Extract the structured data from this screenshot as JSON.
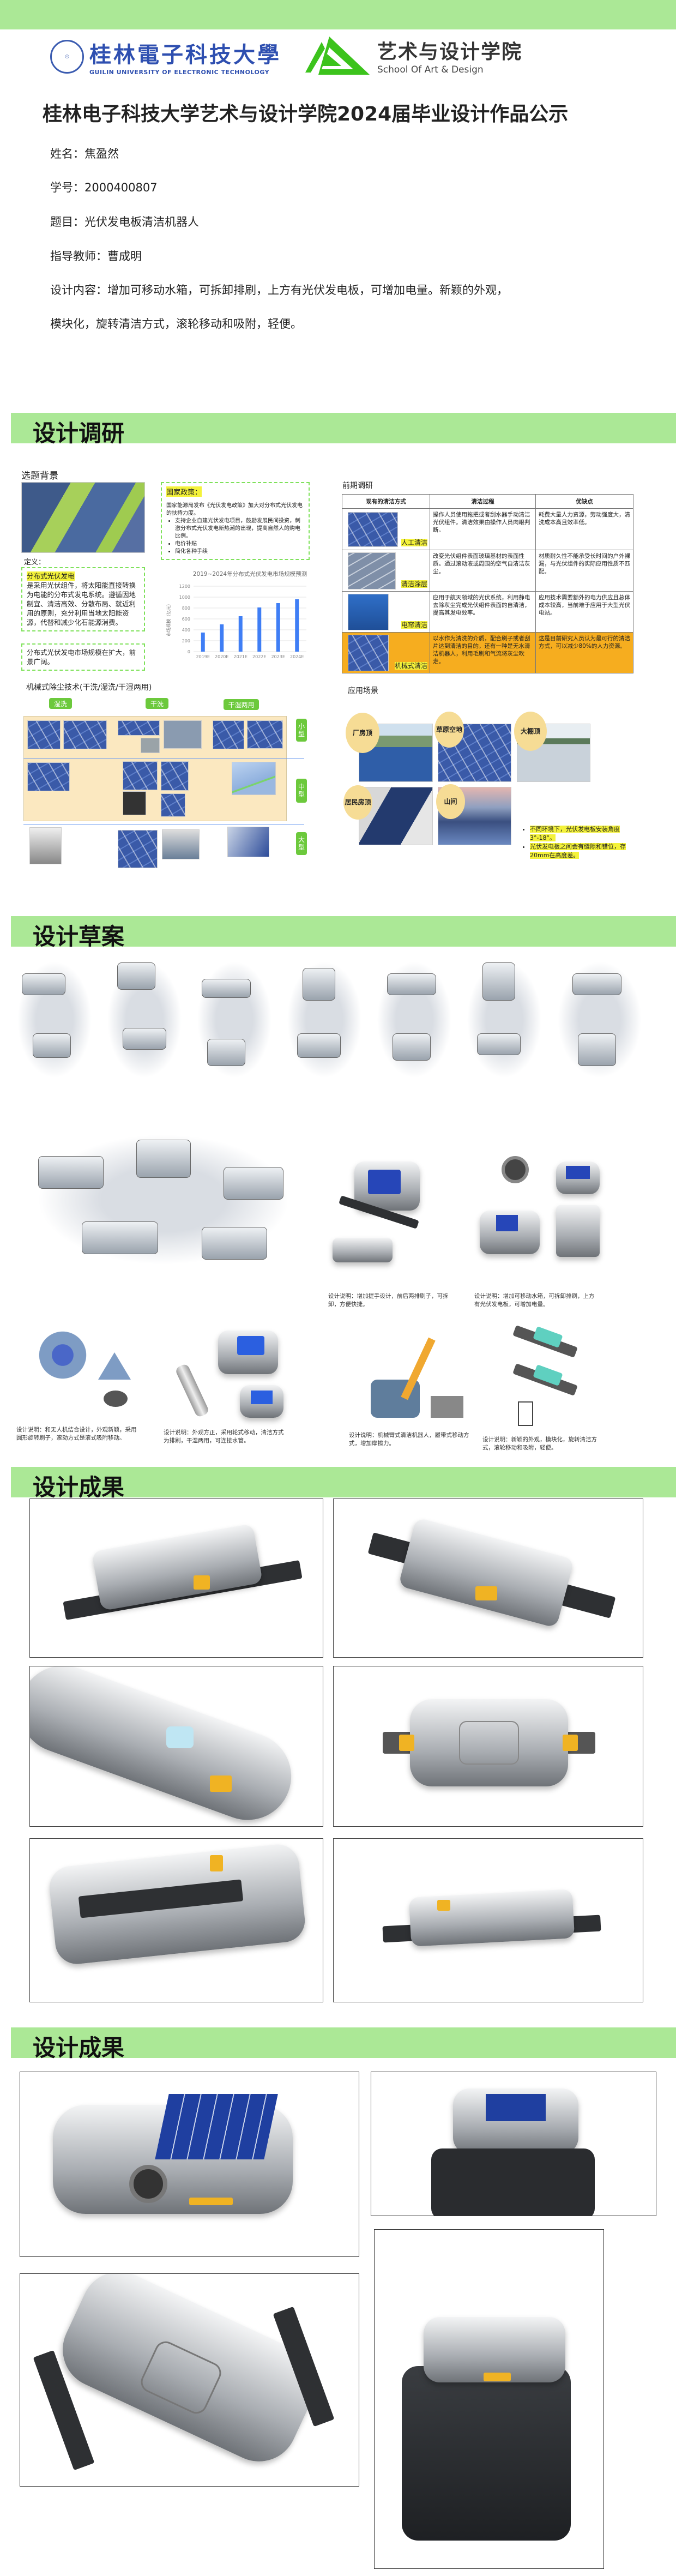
{
  "header": {
    "university_cn": "桂林電子科技大學",
    "university_en": "GUILIN UNIVERSITY OF ELECTRONIC TECHNOLOGY",
    "school_cn": "艺术与设计学院",
    "school_en": "School Of Art & Design",
    "title": "桂林电子科技大学艺术与设计学院2024届毕业设计作品公示"
  },
  "info": {
    "name": "姓名：焦盈然",
    "student_id": "学号：2000400807",
    "topic": "题目：光伏发电板清洁机器人",
    "advisor": "指导教师：曹成明",
    "content_1": "设计内容：增加可移动水箱，可拆卸排刷，上方有光伏发电板，可增加电量。新颖的外观，",
    "content_2": "模块化，旋转清洁方式，滚轮移动和吸附，轻便。"
  },
  "sections": {
    "research": "设计调研",
    "draft": "设计草案",
    "result1": "设计成果",
    "result2": "设计成果"
  },
  "research": {
    "background_title": "选题背景",
    "policy": {
      "title": "国家政策：",
      "intro": "国家能源局发布《光伏发电政策》加大对分布式光伏发电的扶持力度。",
      "bullets": [
        "支持企业自建光伏发电项目，鼓励发展民间投资，刺激分布式光伏发电新热潮的出现，提高自然人的购电比例。",
        "电价补贴",
        "简化各种手续"
      ]
    },
    "definition_label": "定义：",
    "definition_highlight": "分布式光伏发电",
    "definition_text": "是采用光伏组件，将太阳能直接转换为电能的分布式发电系统。遵循因地制宜、清洁高效、分散布局、就近利用的原则，充分利用当地太阳能资源，代替和减少化石能源消费。",
    "market_text": "分布式光伏发电市场规模在扩大，前景广阔。",
    "prior_title": "前期调研",
    "table": {
      "headers": [
        "现有的清洁方式",
        "清洁过程",
        "优缺点"
      ],
      "rows": [
        {
          "method": "人工清洁",
          "process": "操作人员使用拖把或者刮水器手动清洁光伏组件。清洁效果由操作人员肉眼判断。",
          "pros_cons": "耗费大量人力资源，劳动强度大，清洗成本高且效率低。"
        },
        {
          "method": "清洁涂层",
          "process": "改变光伏组件表面玻璃基材的表面性质。通过滚动液或周围的空气自清洁灰尘。",
          "pros_cons": "材质耐久性不能承受长时间的户外裸漏，与光伏组件的实际应用性质不匹配。"
        },
        {
          "method": "电帘清洁",
          "process": "应用于航天领域的光伏系统，利用静电去除灰尘完成光伏组件表面的自清洁，提高其发电效率。",
          "pros_cons": "应用技术需要额外的电力供应且总体成本较高，当前难于应用于大型光伏电站。"
        },
        {
          "method": "机械式清洁",
          "process": "以水作为清洗的介质，配合刷子或者刮片达到清洁的目的。还有一种是无水清洁机器人，利用毛刷和气流将灰尘吹走。",
          "pros_cons": "这是目前研究人员认为最可行的清洁方式，可以减少80%的人力资源。"
        }
      ]
    },
    "mech_title": "机械式除尘技术(干洗/湿洗/干湿两用)",
    "mech_columns": [
      "湿洗",
      "干洗",
      "干湿两用"
    ],
    "mech_sizes": [
      "小型",
      "中型",
      "大型"
    ],
    "scene_title": "应用场景",
    "scenes": [
      "厂房顶",
      "草原空地",
      "大棚顶",
      "居民房顶",
      "山间"
    ],
    "scene_notes": [
      "不同环境下，光伏发电板安装角度3°-18°。",
      "光伏发电板之间会有缝隙和错位，存20mm在高度差。"
    ],
    "highlight_color": "#f4f23a",
    "accent_color": "#abe896"
  },
  "chart_data": {
    "type": "bar",
    "title": "2019~2024年分布式光伏发电市场规模预测",
    "ylabel": "市场规模（亿元）",
    "xlabel": "",
    "categories": [
      "2019E",
      "2020E",
      "2021E",
      "2022E",
      "2023E",
      "2024E"
    ],
    "values": [
      350,
      500,
      650,
      810,
      890,
      960
    ],
    "ylim": [
      0,
      1200
    ],
    "yticks": [
      0,
      200,
      400,
      600,
      800,
      1000,
      1200
    ],
    "grid": true,
    "color": "#3f7ef5"
  },
  "draft": {
    "captions": [
      "设计说明：增加提手设计，前后两排刷子，可拆卸，方便快捷。",
      "设计说明：增加可移动水箱，可拆卸排刷，上方有光伏发电板，可增加电量。",
      "设计说明：和无人机结合设计，外观新颖，采用圆形旋转刷子，滚动方式是滚式吸附移动。",
      "设计说明：外观方正，采用轮式移动，清洁方式为排刷，干湿两用，可连接水管。",
      "设计说明：机械臂式清洁机器人，履带式移动方式，增加摩擦力。",
      "设计说明：新颖的外观，模块化，旋转清洁方式，滚轮移动和吸附，轻便。"
    ]
  }
}
